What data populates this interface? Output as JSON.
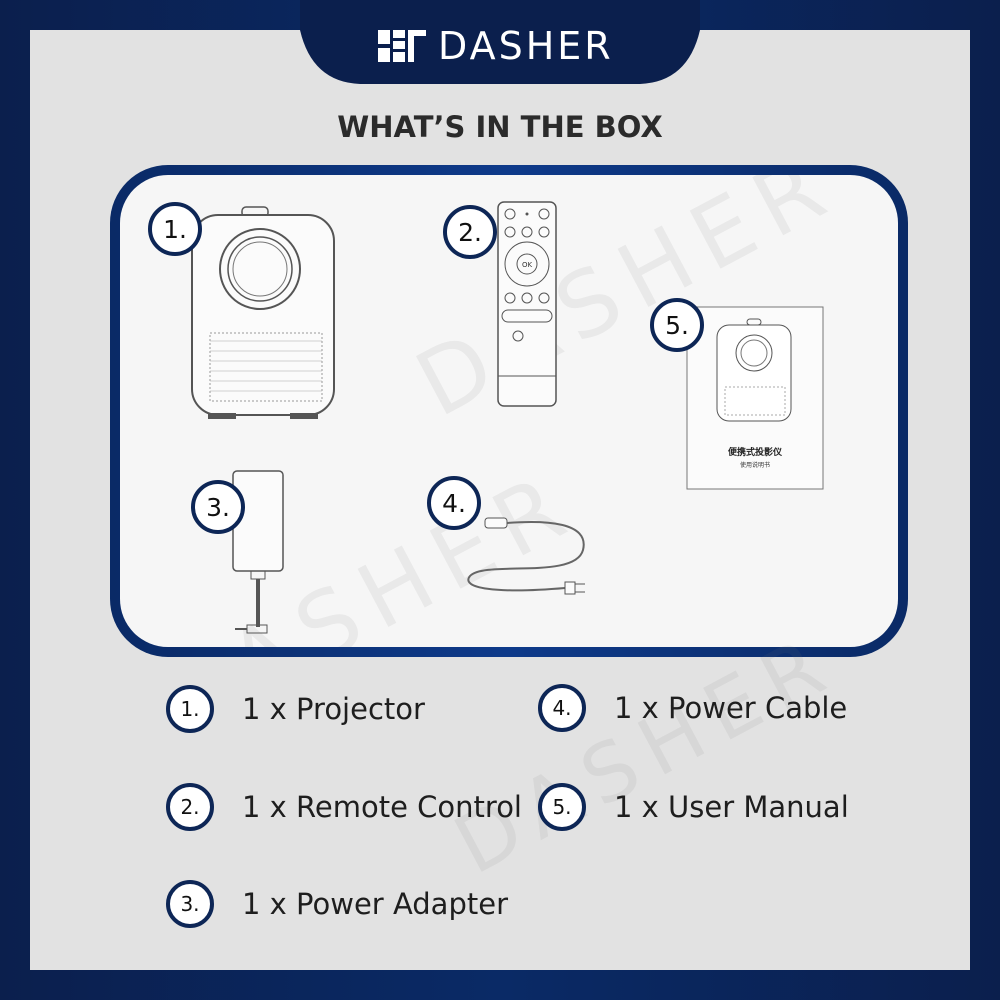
{
  "brand": {
    "name": "DASHER"
  },
  "section_title": "WHAT’S IN THE BOX",
  "watermark": "DASHER",
  "illustration_badges": [
    "1.",
    "2.",
    "3.",
    "4.",
    "5."
  ],
  "manual_cover": {
    "line1": "便携式投影仪",
    "line2": "使用说明书"
  },
  "remote_buttons": {
    "ok": "OK"
  },
  "items": [
    {
      "number": "1.",
      "label": "1 x Projector"
    },
    {
      "number": "2.",
      "label": "1 x Remote Control"
    },
    {
      "number": "3.",
      "label": "1 x Power Adapter"
    },
    {
      "number": "4.",
      "label": "1 x Power Cable"
    },
    {
      "number": "5.",
      "label": "1 x User Manual"
    }
  ],
  "colors": {
    "navy": "#0d2656",
    "panel": "#f6f6f6",
    "frame": "#e2e2e2"
  }
}
